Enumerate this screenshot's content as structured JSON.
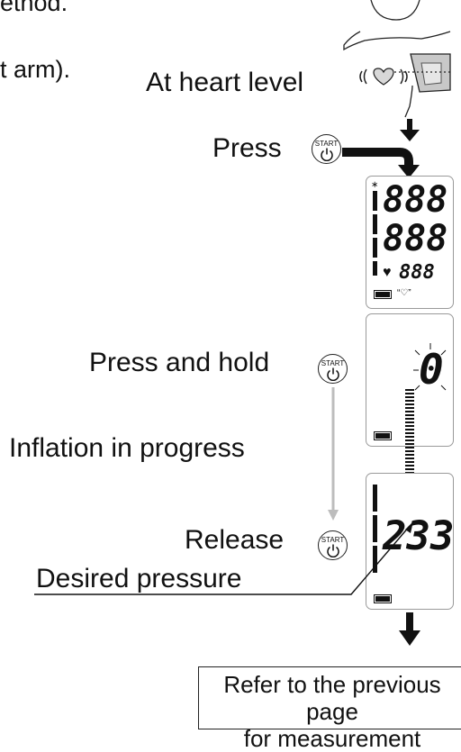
{
  "top_partial_1": "ethod.",
  "top_partial_2": "t arm).",
  "heart_level_label": "At heart level",
  "press_label": "Press",
  "press_hold_label": "Press and hold",
  "inflation_label": "Inflation in progress",
  "release_label": "Release",
  "desired_pressure_label": "Desired  pressure",
  "refer_line1": "Refer to the previous page",
  "refer_line2": "for measurement",
  "button_label": "START",
  "lcd1": {
    "row1": "888",
    "row2": "888",
    "row3": "888"
  },
  "lcd2": {
    "value": "0"
  },
  "lcd3": {
    "value": "233"
  }
}
